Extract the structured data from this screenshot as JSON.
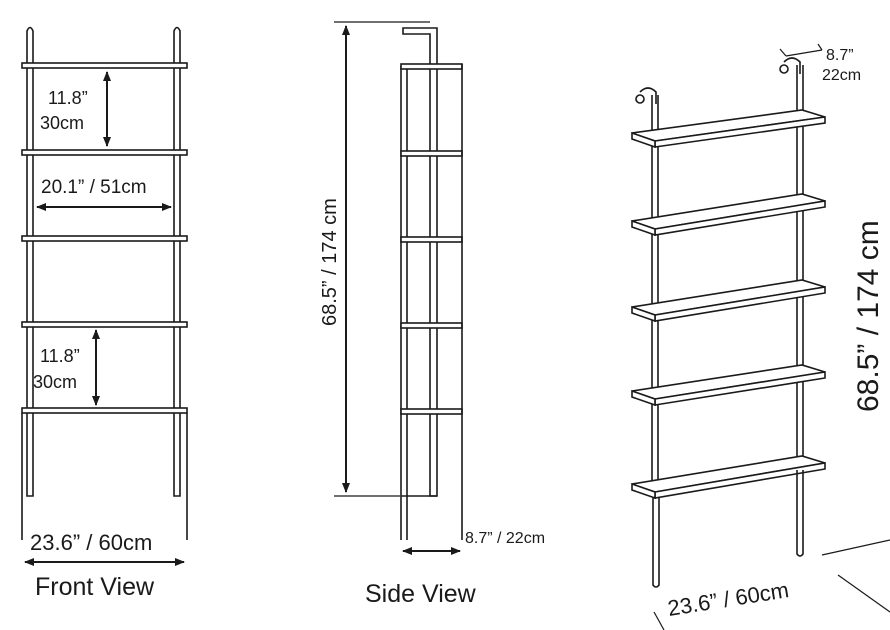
{
  "colors": {
    "line": "#1a1a1a",
    "background": "#ffffff",
    "shelf_fill": "#ffffff"
  },
  "front_view": {
    "caption": "Front View",
    "shelf_gap_top_in": "11.8”",
    "shelf_gap_top_cm": "30cm",
    "inner_width": "20.1” / 51cm",
    "shelf_gap_bottom_in": "11.8”",
    "shelf_gap_bottom_cm": "30cm",
    "overall_width": "23.6” / 60cm"
  },
  "side_view": {
    "caption": "Side View",
    "height": "68.5” / 174 cm",
    "depth": "8.7” / 22cm"
  },
  "perspective_view": {
    "depth_in": "8.7”",
    "depth_cm": "22cm",
    "height": "68.5” / 174 cm",
    "width": "23.6” / 60cm"
  }
}
